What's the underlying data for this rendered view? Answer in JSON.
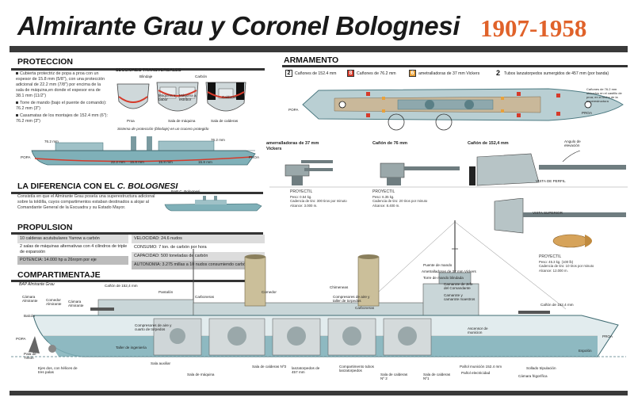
{
  "header": {
    "title": "Almirante Grau y Coronel Bolognesi",
    "years": "1907-1958"
  },
  "proteccion": {
    "heading": "PROTECCION",
    "bullets": [
      "Cubierta protectriz de popa a proa con un espesor de 15.8 mm (5/8\"), con una protección adicional de 22.2 mm (7/8\") por encima de la sala de máquina,en donde el espesor era de 38.1 mm (11/2\")",
      "Torre de mando (bajo el puente de comando): 76.2 mm (3\")",
      "Casamatas de los montajes de 152.4 mm (6\"): 76.2 mm (3\")"
    ],
    "secciones": {
      "heading": "SECCIONES TRANSVERSALES",
      "labels": [
        "Blindaje",
        "Carbón",
        "Máquina a babor",
        "Máquina a estribor",
        "Calderas",
        "Proa",
        "Sala de máquina",
        "Sala de calderas"
      ],
      "caption": "Sistema de protección (blindaje) en un crucero protegido"
    },
    "hull_labels": [
      "76.2 mm",
      "76.2 mm",
      "22.2 mm",
      "15.8 mm",
      "15.8 mm",
      "15.8 mm"
    ],
    "popa": "POPA",
    "proa": "PROA"
  },
  "armamento": {
    "heading": "ARMAMENTO",
    "items": [
      {
        "num": "2",
        "text": "Cañones de 152.4 mm",
        "color": "#ffffff"
      },
      {
        "num": "8",
        "text": "Cañones de 76.2 mm",
        "color": "#d63a2a"
      },
      {
        "num": "6",
        "text": "ametralladoras de 37 mm Vickers",
        "color": "#e8a13a"
      },
      {
        "num": "2",
        "text": "Tubos lanzatorpedos sumergidos de 457 mm (por banda)",
        "color": "#ffffff"
      }
    ],
    "deck_note": "Cañones de 76.2 mm ubicados en el castillo de proa; en el techo de la superestructura",
    "popa": "POPA",
    "proa": "PROA",
    "guns": [
      {
        "name": "amerralladoras de 37 mm Vickers",
        "spec_title": "PROYECTIL",
        "spec": [
          "Peso: 0.54 kg.",
          "Cadencia de tiro: 300 tiros por minuto",
          "Alcance: 3.000 m."
        ]
      },
      {
        "name": "Cañón de 76 mm",
        "spec_title": "PROYECTIL",
        "spec": [
          "Peso: 6.35 kg.",
          "Cadencia de tiro: 20 tiros por minuto",
          "Alcance: 8.400 m."
        ]
      },
      {
        "name": "Cañón de 152,4 mm",
        "spec_title": "PROYECTIL",
        "spec": [
          "Peso: 45.3 kg. (100 lb)",
          "Cadencia de tiro: 10 tiros por minuto",
          "Alcance: 12.000 m."
        ]
      }
    ],
    "angulo": "Angulo de elevación",
    "vista_perfil": "VISTA DE PERFIL",
    "vista_superior": "VISTA SUPERIOR"
  },
  "diferencia": {
    "heading_prefix": "LA DIFERENCIA CON EL",
    "heading_ship": "C. BOLOGNESI",
    "text": "Consistía en que el Almirante Grau poseía una superestructura adicional sobre la toldilla, cuyos compartimentos estaban destinados a alojar al Comandante General de la Escuadra y su Estado Mayor.",
    "ship_label": "BAP C. Bolognesi"
  },
  "propulsion": {
    "heading": "PROPULSION",
    "left": [
      "10 calderas acutubulares Yarrow a carbón",
      "2 salas de máquinas alternativas con 4 cilindros de triple de expansión",
      "POTENCIA: 14.000 hp a 26nrpm por eje"
    ],
    "right": [
      "VELOCIDAD: 24.6 nudos",
      "CONSUMO: 7 ton. de carbón por hora",
      "CAPACIDAD: 500 toneladas de carbón",
      "AUTONOMIA: 3.275 millas a 10 nudos consumiendo carbón"
    ]
  },
  "compartimentaje": {
    "heading": "COMPARTIMENTAJE",
    "ship_label": "BAP Almirante Grau",
    "popa": "POPA",
    "proa": "PROA",
    "espolon": "Espolón",
    "labels_left": [
      "Cámara Almirante",
      "Comedor Almirante",
      "Cámara Almirante",
      "Balcón",
      "Pala de Timón",
      "Ejes dos, con hélices de tres palas",
      "Cañón de 152,4 mm",
      "Pantalón",
      "Compresores de aire y cuarto de torpedos",
      "Taller de ingeniería",
      "Sala auxiliar",
      "Sala de máquina",
      "Carboneras"
    ],
    "labels_mid": [
      "Comedor",
      "Chimeneas",
      "Compresores de aire y taller de torpedos",
      "Carboneras",
      "Sala de calderas Nº3",
      "lanzatorpedos de 457 mm",
      "Compartimento tubos lanzatorpedos",
      "Sala de calderas Nº 2",
      "Sala de calderas Nº1"
    ],
    "labels_right": [
      "Puente de mando",
      "Ametralladoras de 37 mm Vickers",
      "Torre de mando blindada",
      "Camarote de Jefe del Comandante",
      "Camarote y camarote maestros",
      "Ascensor de municion",
      "Cañón de 152,4 mm",
      "Pañol munición 152.4 mm",
      "Pañol electricidad",
      "Cámara frigorífica",
      "Sollado tripulación"
    ]
  },
  "colors": {
    "hull": "#7fb0b8",
    "hull_dark": "#5a8890",
    "deck": "#b9cfd3",
    "accent": "#e0622a",
    "bar": "#3a3a3a"
  }
}
